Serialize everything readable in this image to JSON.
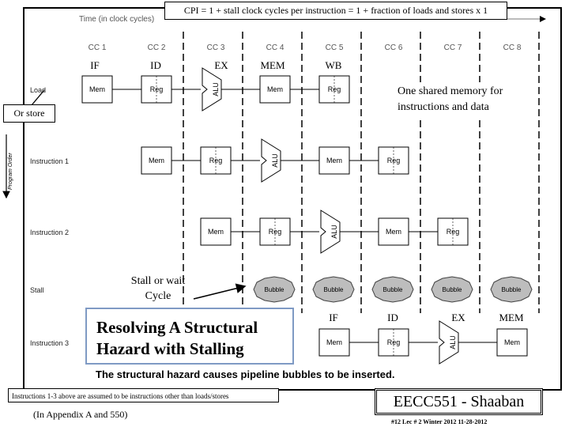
{
  "header": {
    "formula": "CPI = 1 + stall clock cycles per instruction = 1 + fraction of loads and stores x 1",
    "time_label": "Time (in clock cycles)"
  },
  "cycles": [
    "CC 1",
    "CC 2",
    "CC 3",
    "CC 4",
    "CC 5",
    "CC 6",
    "CC 7",
    "CC 8"
  ],
  "program_order_label": "Program Order",
  "rows": [
    {
      "label": "Load",
      "stages": [
        {
          "kind": "mem",
          "text": "Mem",
          "col": 0
        },
        {
          "kind": "reg",
          "text": "Reg",
          "col": 1
        },
        {
          "kind": "alu",
          "text": "ALU",
          "col": 2
        },
        {
          "kind": "mem",
          "text": "Mem",
          "col": 3
        },
        {
          "kind": "reg",
          "text": "Reg",
          "col": 4
        }
      ]
    },
    {
      "label": "Instruction 1",
      "stages": [
        {
          "kind": "mem",
          "text": "Mem",
          "col": 1
        },
        {
          "kind": "reg",
          "text": "Reg",
          "col": 2
        },
        {
          "kind": "alu",
          "text": "ALU",
          "col": 3
        },
        {
          "kind": "mem",
          "text": "Mem",
          "col": 4
        },
        {
          "kind": "reg",
          "text": "Reg",
          "col": 5
        }
      ]
    },
    {
      "label": "Instruction 2",
      "stages": [
        {
          "kind": "mem",
          "text": "Mem",
          "col": 2
        },
        {
          "kind": "reg",
          "text": "Reg",
          "col": 3
        },
        {
          "kind": "alu",
          "text": "ALU",
          "col": 4
        },
        {
          "kind": "mem",
          "text": "Mem",
          "col": 5
        },
        {
          "kind": "reg",
          "text": "Reg",
          "col": 6
        }
      ]
    },
    {
      "label": "Stall",
      "stages": [
        {
          "kind": "bubble",
          "text": "Bubble",
          "col": 3
        },
        {
          "kind": "bubble",
          "text": "Bubble",
          "col": 4
        },
        {
          "kind": "bubble",
          "text": "Bubble",
          "col": 5
        },
        {
          "kind": "bubble",
          "text": "Bubble",
          "col": 6
        },
        {
          "kind": "bubble",
          "text": "Bubble",
          "col": 7
        }
      ]
    },
    {
      "label": "Instruction 3",
      "stages": [
        {
          "kind": "mem",
          "text": "Mem",
          "col": 4
        },
        {
          "kind": "reg",
          "text": "Reg",
          "col": 5
        },
        {
          "kind": "alu",
          "text": "ALU",
          "col": 6
        },
        {
          "kind": "mem",
          "text": "Mem",
          "col": 7
        }
      ]
    }
  ],
  "stage_labels_top": [
    "IF",
    "ID",
    "EX",
    "MEM",
    "WB"
  ],
  "stage_labels_bottom": [
    "IF",
    "ID",
    "EX",
    "MEM"
  ],
  "annotations": {
    "stall_note": "Stall or wait Cycle",
    "shared_memory_note": "One shared memory for instructions and data",
    "or_store": "Or store",
    "resolve_title": "Resolving A Structural Hazard with Stalling",
    "caption": "The structural hazard causes pipeline bubbles to be inserted.",
    "footnote": "Instructions 1-3 above are assumed to be instructions other than loads/stores",
    "appendix": "(In  Appendix A and 550)"
  },
  "footer": {
    "course": "EECC551 - Shaaban",
    "slide_info": "#12   Lec # 2   Winter 2012   11-28-2012"
  },
  "colors": {
    "ink": "#000000",
    "bubble_fill": "#bdbdbd",
    "box_border": "#7f9ac4"
  }
}
